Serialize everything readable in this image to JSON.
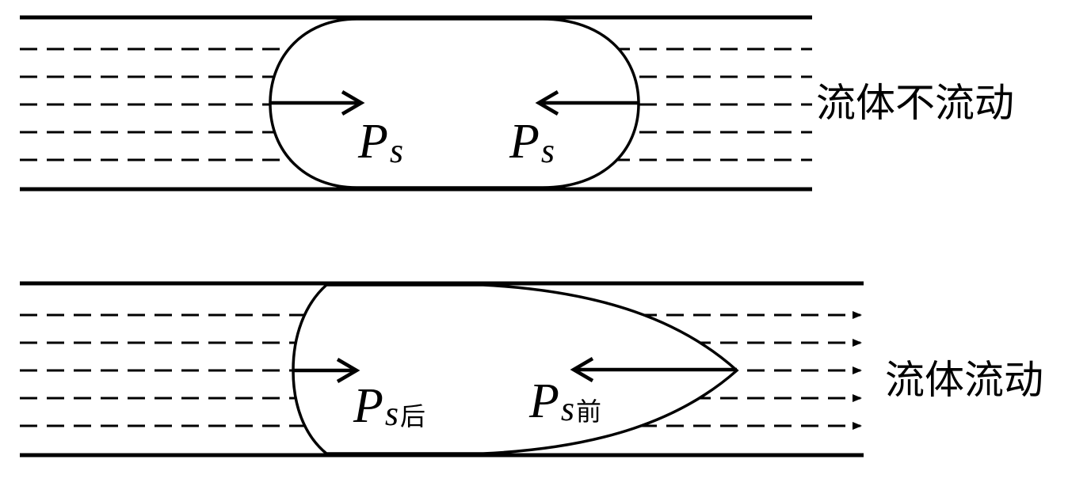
{
  "panels": {
    "top": {
      "state_label": "流体不流动",
      "left_pressure": {
        "symbol": "P",
        "sub": "s",
        "suffix": ""
      },
      "right_pressure": {
        "symbol": "P",
        "sub": "s",
        "suffix": ""
      }
    },
    "bottom": {
      "state_label": "流体流动",
      "left_pressure": {
        "symbol": "P",
        "sub": "s",
        "suffix": "后"
      },
      "right_pressure": {
        "symbol": "P",
        "sub": "s",
        "suffix": "前"
      }
    }
  },
  "colors": {
    "ink": "#000000",
    "background": "#ffffff"
  }
}
